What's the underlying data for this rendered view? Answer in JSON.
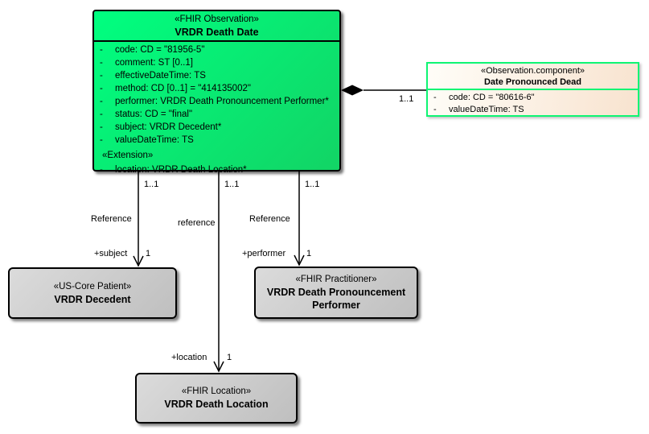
{
  "nodes": {
    "death_date": {
      "stereotype": "«FHIR Observation»",
      "name": "VRDR Death Date",
      "attributes": [
        "code: CD = \"81956-5\"",
        "comment: ST [0..1]",
        "effectiveDateTime: TS",
        "method: CD [0..1] = \"414135002\"",
        "performer: VRDR Death Pronouncement Performer*",
        "status: CD = \"final\"",
        "subject: VRDR Decedent*",
        "valueDateTime: TS"
      ],
      "extension_stereotype": "«Extension»",
      "extension_attributes": [
        "location: VRDR Death Location*"
      ]
    },
    "component": {
      "stereotype": "«Observation.component»",
      "name": "Date Pronounced Dead",
      "attributes": [
        "code: CD = \"80616-6\"",
        "valueDateTime: TS"
      ]
    },
    "decedent": {
      "stereotype": "«US-Core Patient»",
      "name": "VRDR Decedent"
    },
    "performer": {
      "stereotype": "«FHIR Practitioner»",
      "name": "VRDR Death Pronouncement Performer"
    },
    "location": {
      "stereotype": "«FHIR Location»",
      "name": "VRDR Death Location"
    }
  },
  "edges": {
    "component": {
      "target_multiplicity": "1..1"
    },
    "subject": {
      "source_multiplicity": "1..1",
      "name": "Reference",
      "role": "+subject",
      "target_multiplicity": "1"
    },
    "location": {
      "source_multiplicity": "1..1",
      "name": "reference",
      "role": "+location",
      "target_multiplicity": "1"
    },
    "performer": {
      "source_multiplicity": "1..1",
      "name": "Reference",
      "role": "+performer",
      "target_multiplicity": "1"
    }
  },
  "ui": {
    "attr_bullet": "-"
  },
  "colors": {
    "class_fill_top": "#00ff80",
    "class_fill_bottom": "#12d465",
    "component_border": "#0ef573",
    "component_fill_left": "#fffdf8",
    "component_fill_right": "#f8e3cf",
    "gray_fill_top": "#dbdbdb",
    "gray_fill_bottom": "#bfbfbf",
    "line": "#000000"
  }
}
